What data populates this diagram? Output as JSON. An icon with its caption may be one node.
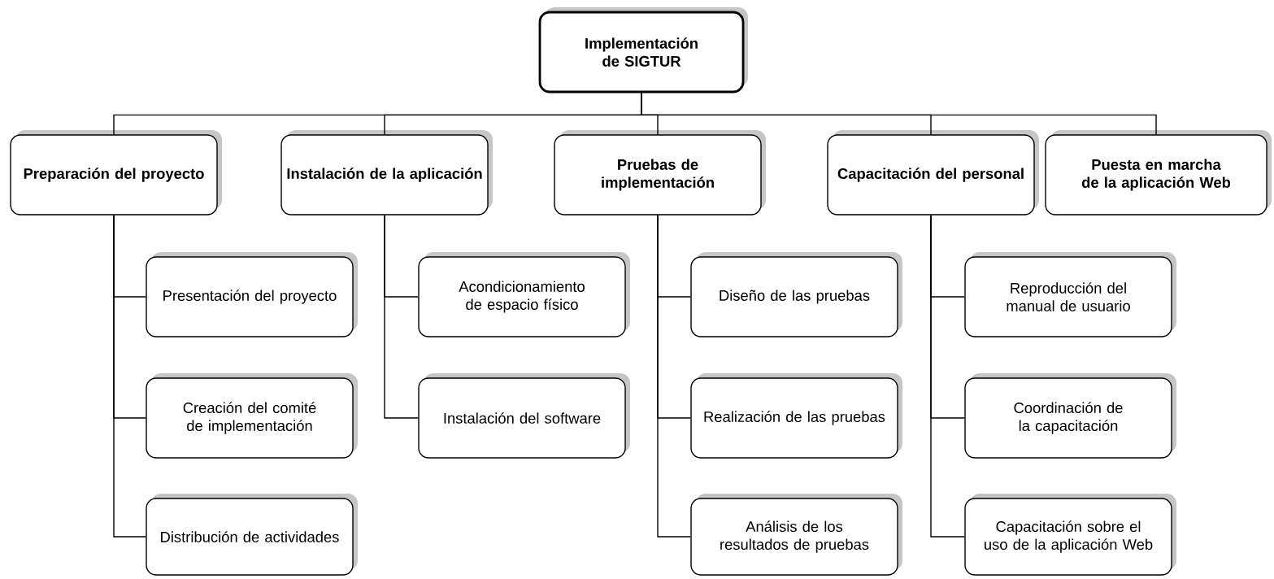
{
  "diagram": {
    "nodes": [
      {
        "text": [
          "Implementación de SIGTUR"
        ]
      },
      {
        "text": [
          "Preparación del proyecto"
        ]
      },
      {
        "text": [
          "Instalación de la aplicación"
        ]
      },
      {
        "text": [
          "Pruebas de implementación"
        ]
      },
      {
        "text": [
          "Capacitación del personal"
        ]
      },
      {
        "text": [
          "Puesta en marcha de la aplicación Web"
        ]
      },
      {
        "text": [
          "Presentación del proyecto"
        ]
      },
      {
        "text": [
          "Creación del comité de implementación"
        ]
      },
      {
        "text": [
          "Distribución de actividades"
        ]
      },
      {
        "text": [
          "Acondicionamiento de espacio físico"
        ]
      },
      {
        "text": [
          "Instalación del software"
        ]
      },
      {
        "text": [
          "Diseño de las pruebas"
        ]
      },
      {
        "text": [
          "Realización de las pruebas"
        ]
      },
      {
        "text": [
          "Análisis de los resultados de pruebas"
        ]
      },
      {
        "text": [
          "Reproducción del manual de usuario"
        ]
      },
      {
        "text": [
          "Coordinación de la capacitación"
        ]
      },
      {
        "text": [
          "Capacitación sobre el uso de la aplicación Web"
        ]
      }
    ],
    "edges": [
      {
        "from": 0,
        "to": 1,
        "arrow": "none"
      },
      {
        "from": 0,
        "to": 2,
        "arrow": "none"
      },
      {
        "from": 0,
        "to": 3,
        "arrow": "none"
      },
      {
        "from": 0,
        "to": 4,
        "arrow": "none"
      },
      {
        "from": 0,
        "to": 5,
        "arrow": "none"
      },
      {
        "from": 1,
        "to": 6,
        "arrow": "none"
      },
      {
        "from": 1,
        "to": 7,
        "arrow": "none"
      },
      {
        "from": 1,
        "to": 8,
        "arrow": "none"
      },
      {
        "from": 2,
        "to": 9,
        "arrow": "none"
      },
      {
        "from": 2,
        "to": 10,
        "arrow": "none"
      },
      {
        "from": 3,
        "to": 11,
        "arrow": "none"
      },
      {
        "from": 3,
        "to": 12,
        "arrow": "none"
      },
      {
        "from": 3,
        "to": 13,
        "arrow": "none"
      },
      {
        "from": 4,
        "to": 14,
        "arrow": "none"
      },
      {
        "from": 4,
        "to": 15,
        "arrow": "none"
      },
      {
        "from": 4,
        "to": 16,
        "arrow": "none"
      }
    ]
  }
}
